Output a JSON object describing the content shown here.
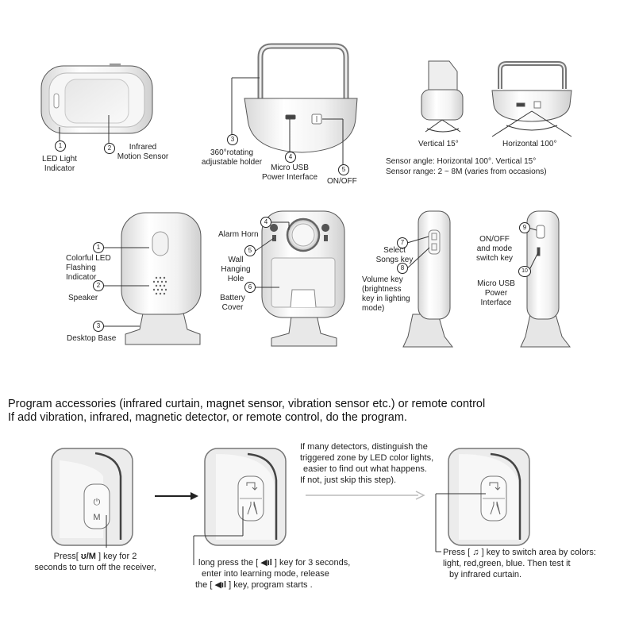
{
  "top": {
    "sensor_front": {
      "labels": [
        {
          "num": "1",
          "text": "LED Light\nIndicator"
        },
        {
          "num": "2",
          "text": "Infrared\nMotion Sensor"
        }
      ]
    },
    "sensor_back": {
      "labels": [
        {
          "num": "3",
          "text": "360°rotating\nadjustable holder"
        },
        {
          "num": "4",
          "text": "Micro USB\nPower Interface"
        },
        {
          "num": "5",
          "text": "ON/OFF"
        }
      ]
    },
    "angles": {
      "vertical_label": "Vertical 15°",
      "horizontal_label": "Horizontal 100°",
      "spec_line_1": "Sensor angle: Horizontal 100°.  Vertical 15°",
      "spec_line_2": "Sensor range: 2 ~ 8M (varies from occasions)"
    }
  },
  "receiver": {
    "front_labels": [
      {
        "num": "1",
        "text": "Colorful LED\nFlashing\nIndicator"
      },
      {
        "num": "2",
        "text": "Speaker"
      },
      {
        "num": "3",
        "text": "Desktop Base"
      }
    ],
    "back_labels": [
      {
        "num": "4",
        "text": "Alarm Horn"
      },
      {
        "num": "5",
        "text": "Wall\nHanging\nHole"
      },
      {
        "num": "6",
        "text": "Battery\nCover"
      }
    ],
    "side_left_labels": [
      {
        "num": "7",
        "text": "Select\nSongs key"
      },
      {
        "num": "8",
        "text": "Volume key\n(brightness\nkey in lighting\nmode)"
      }
    ],
    "side_right_labels": [
      {
        "num": "9",
        "text": "ON/OFF\nand mode\nswitch key"
      },
      {
        "num": "10",
        "text": "Micro USB\nPower\nInterface"
      }
    ]
  },
  "program": {
    "heading_1": "Program accessories (infrared curtain, magnet sensor, vibration sensor etc.) or remote control",
    "heading_2": "If add vibration, infrared, magnetic detector, or remote control, do the program.",
    "step1": {
      "pre": "Press[ ",
      "glyph": "ʊ/M",
      "post": " ] key for 2",
      "line2": "seconds to turn off the receiver,"
    },
    "step2": {
      "pre": "long press the [ ",
      "glyph": "◀ıl",
      "post": " ] key for 3 seconds,",
      "line2": "enter into learning mode, release",
      "line3_pre": "the [ ",
      "line3_glyph": "◀ıl",
      "line3_post": " ] key, program starts ."
    },
    "note": {
      "l1": "If many detectors, distinguish the",
      "l2": "triggered zone by LED color lights,",
      "l3": "easier to find out what happens.",
      "l4": "If not, just skip this step)."
    },
    "step3": {
      "pre": "Press [ ",
      "glyph": "♫",
      "post": " ] key to switch area by colors:",
      "line2": "light, red,green, blue. Then test it",
      "line3": "by infrared curtain."
    }
  }
}
